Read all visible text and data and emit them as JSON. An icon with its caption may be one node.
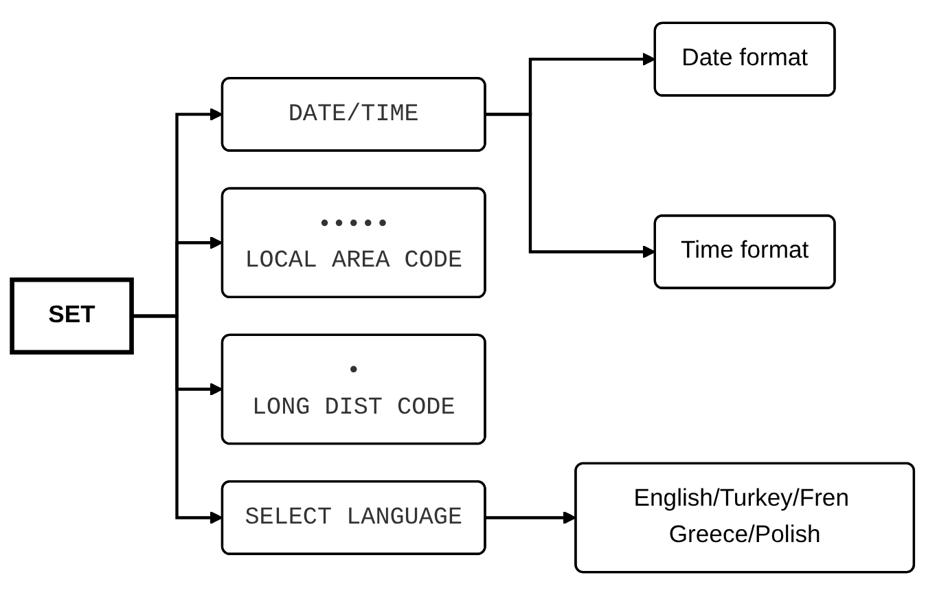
{
  "diagram": {
    "nodes": [
      {
        "text": [
          "SET"
        ]
      },
      {
        "text": [
          "DATE/TIME"
        ]
      },
      {
        "text": [
          "•••••",
          "LOCAL AREA CODE"
        ]
      },
      {
        "text": [
          "•",
          "LONG DIST CODE"
        ]
      },
      {
        "text": [
          "SELECT LANGUAGE"
        ]
      },
      {
        "text": [
          "Date format"
        ]
      },
      {
        "text": [
          "Time format"
        ]
      },
      {
        "text": [
          "English/Turkey/Fren Greece/Polish"
        ]
      }
    ],
    "edges": [
      {
        "from": 0,
        "to": 1,
        "arrow": "to"
      },
      {
        "from": 0,
        "to": 2,
        "arrow": "to"
      },
      {
        "from": 0,
        "to": 3,
        "arrow": "to"
      },
      {
        "from": 0,
        "to": 4,
        "arrow": "to"
      },
      {
        "from": 1,
        "to": 5,
        "arrow": "to"
      },
      {
        "from": 1,
        "to": 6,
        "arrow": "to"
      },
      {
        "from": 4,
        "to": 7,
        "arrow": "to"
      }
    ]
  }
}
